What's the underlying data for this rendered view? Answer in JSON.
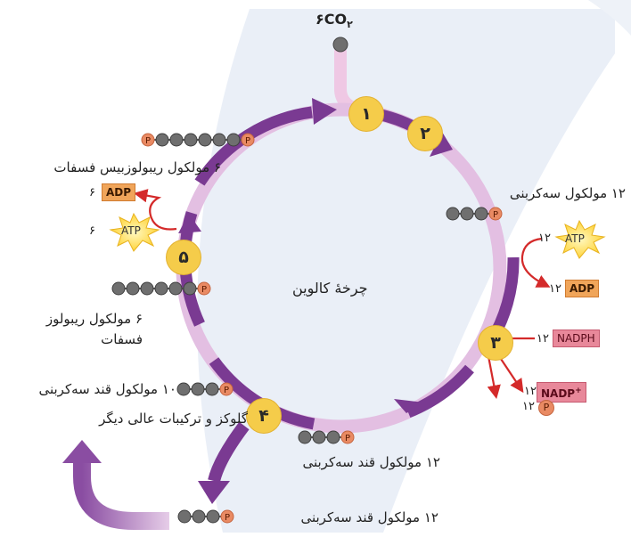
{
  "co2": {
    "coef": "۶",
    "formula": "CO",
    "sub": "۲"
  },
  "center_title": "چرخهٔ کالوین",
  "steps": [
    "۱",
    "۲",
    "۳",
    "۴",
    "۵"
  ],
  "labels": {
    "ribulose_bisphosphate": "۶ مولکول ریبولوزبیس فسفات",
    "three_carbon_12": "۱۲ مولکول سه‌کربنی",
    "ribulose_phosphate_l1": "۶ مولکول ریبولوز",
    "ribulose_phosphate_l2": "فسفات",
    "sugar_10": "۱۰ مولکول قند سه‌کربنی",
    "glucose": "گلوکز و ترکیبات عالی دیگر",
    "sugar_12_inner": "۱۲ مولکول قند سه‌کربنی",
    "sugar_12_out": "۱۲ مولکول قند سه‌کربنی"
  },
  "tags": {
    "adp_left": "ADP",
    "adp_left_coef": "۶",
    "atp_left": "ATP",
    "atp_left_coef": "۶",
    "atp_right": "ATP",
    "atp_right_coef": "۱۲",
    "adp_right": "ADP",
    "adp_right_coef": "۱۲",
    "nadph": "NADPH",
    "nadph_coef": "۱۲",
    "nadp": "NADP",
    "nadp_sup": "+",
    "nadp_coef": "۱۲",
    "p_out": "P",
    "p_out_coef": "۱۲"
  },
  "phosphate": "P",
  "colors": {
    "cycle_dark": "#7a3a92",
    "cycle_light": "#d9b2dc",
    "arrow_red": "#d42a2a",
    "badge_yellow": "#f5cc4a",
    "phosphate_orange": "#e98a63",
    "carbon_gray": "#6f6f6f",
    "background_wedge": "#e6ecf6"
  }
}
